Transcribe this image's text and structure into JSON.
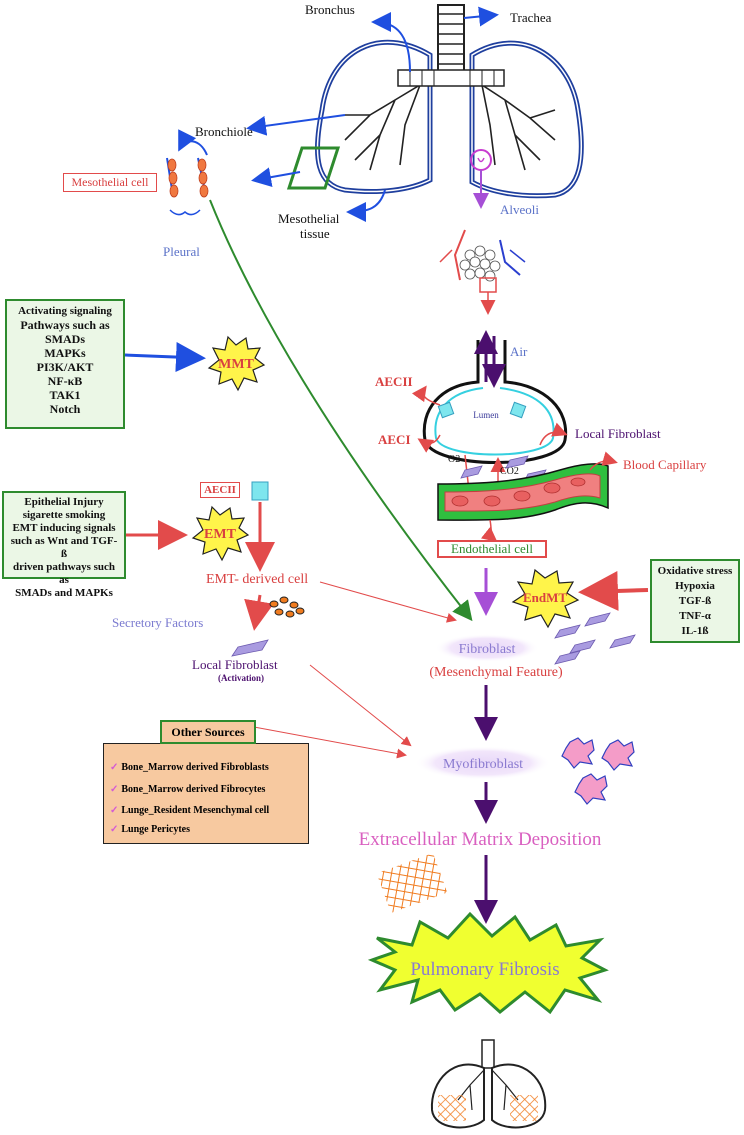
{
  "anatomy": {
    "bronchus": "Bronchus",
    "trachea": "Trachea",
    "bronchiole": "Bronchiole",
    "mesothelial_tissue_1": "Mesothelial",
    "mesothelial_tissue_2": "tissue",
    "alveoli": "Alveoli",
    "mesothelial_cell": "Mesothelial cell",
    "pleural": "Pleural"
  },
  "alveolus": {
    "air": "Air",
    "aecii": "AECII",
    "aeci": "AECI",
    "lumen": "Lumen",
    "o2": "O2",
    "co2": "CO2",
    "local_fibroblast": "Local Fibroblast",
    "blood_capillary": "Blood Capillary",
    "endothelial_cell": "Endothelial cell"
  },
  "mmt_box": {
    "lines": [
      "Activating signaling",
      "Pathways such as",
      "SMADs",
      "MAPKs",
      "PI3K/AKT",
      "NF-κB",
      "TAK1",
      "Notch"
    ],
    "burst": "MMT"
  },
  "emt_box": {
    "lines": [
      "Epithelial Injury",
      "sigarette smoking",
      "EMT inducing signals",
      "such as Wnt and TGF-ß",
      "driven pathways such as",
      "SMADs and MAPKs"
    ],
    "burst": "EMT",
    "aecii": "AECII",
    "derived": "EMT- derived cell",
    "secretory": "Secretory Factors",
    "local_fibroblast": "Local Fibroblast",
    "activation": "(Activation)"
  },
  "endmt_box": {
    "lines": [
      "Oxidative stress",
      "Hypoxia",
      "TGF-ß",
      "TNF-α",
      "IL-1ß"
    ],
    "burst": "EndMT"
  },
  "flow": {
    "fibroblast": "Fibroblast",
    "mesenchymal": "(Mesenchymal Feature)",
    "myofibroblast": "Myofibroblast",
    "ecm": "Extracellular Matrix Deposition",
    "pulmonary_fibrosis": "Pulmonary Fibrosis"
  },
  "other_sources": {
    "title": "Other Sources",
    "items": [
      "Bone_Marrow derived Fibroblasts",
      "Bone_Marrow derived Fibrocytes",
      "Lunge_Resident Mesenchymal cell",
      "Lunge Pericytes"
    ]
  },
  "colors": {
    "red": "#e24b4b",
    "purple": "#4b0f6e",
    "blue": "#1f4fe0",
    "green": "#2e8b2e",
    "burst_yellow": "#fff44a",
    "fibrosis_yellow": "#f0ff30",
    "pink": "#d960c0",
    "fibroblast_violet": "#a99be0"
  }
}
